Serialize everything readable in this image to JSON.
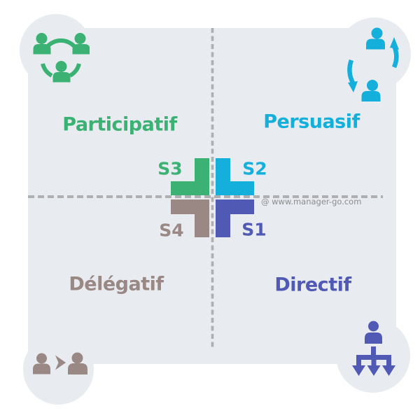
{
  "watermark": "@ www.manager-go.com",
  "quadrants": {
    "top_left": {
      "label": "Participatif",
      "level": "S3",
      "icon": "group-circle-icon"
    },
    "top_right": {
      "label": "Persuasif",
      "level": "S2",
      "icon": "people-exchange-icon"
    },
    "bottom_left": {
      "label": "Délégatif",
      "level": "S4",
      "icon": "person-handover-icon"
    },
    "bottom_right": {
      "label": "Directif",
      "level": "S1",
      "icon": "hierarchy-arrows-icon"
    }
  },
  "colors": {
    "participatif_green": "#3BB273",
    "persuasif_cyan": "#14AFDB",
    "delegatif_taupe": "#9A8885",
    "directif_indigo": "#5059B4",
    "panel_gray": "#E8EBF0",
    "axis_gray": "#AFAFB2",
    "watermark_gray": "#8C8C8C",
    "background": "#FFFFFF"
  }
}
